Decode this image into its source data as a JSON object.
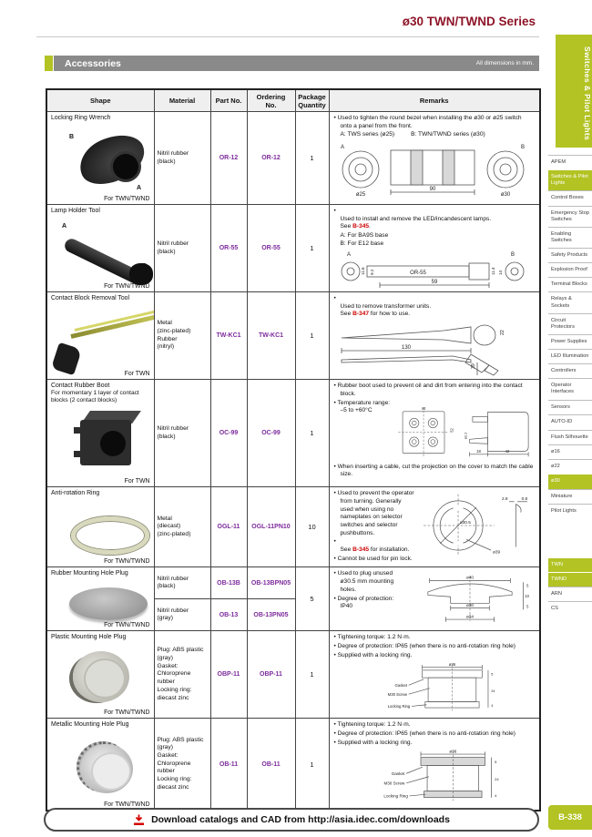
{
  "page": {
    "series_title": "ø30 TWN/TWND Series",
    "section_title": "Accessories",
    "dimensions_note": "All dimensions in mm.",
    "download_text": "Download catalogs and CAD from http://asia.idec.com/downloads",
    "page_number": "B-338"
  },
  "sidebar": {
    "vertical_tab": "Switches & Pilot Lights",
    "nav_main": [
      {
        "label": "APEM",
        "active": false
      },
      {
        "label": "Switches & Pilot Lights",
        "active": true
      },
      {
        "label": "Control Boxes",
        "active": false
      },
      {
        "label": "Emergency Stop Switches",
        "active": false
      },
      {
        "label": "Enabling Switches",
        "active": false
      },
      {
        "label": "Safety Products",
        "active": false
      },
      {
        "label": "Explosion Proof",
        "active": false
      },
      {
        "label": "Terminal Blocks",
        "active": false
      },
      {
        "label": "Relays & Sockets",
        "active": false
      },
      {
        "label": "Circuit Protectors",
        "active": false
      },
      {
        "label": "Power Supplies",
        "active": false
      },
      {
        "label": "LED Illumination",
        "active": false
      },
      {
        "label": "Controllers",
        "active": false
      },
      {
        "label": "Operator Interfaces",
        "active": false
      },
      {
        "label": "Sensors",
        "active": false
      },
      {
        "label": "AUTO-ID",
        "active": false
      }
    ],
    "nav_series": [
      {
        "label": "Flush Silhouette",
        "active": false
      },
      {
        "label": "ø16",
        "active": false
      },
      {
        "label": "ø22",
        "active": false
      },
      {
        "label": "ø30",
        "active": true
      },
      {
        "label": "Miniature",
        "active": false
      },
      {
        "label": "Pilot Lights",
        "active": false
      }
    ],
    "nav_family": [
      {
        "label": "TWN",
        "active": true
      },
      {
        "label": "TWND",
        "active": true
      },
      {
        "label": "ARN",
        "active": false
      },
      {
        "label": "CS",
        "active": false
      }
    ]
  },
  "table": {
    "headers": {
      "shape": "Shape",
      "material": "Material",
      "part": "Part No.",
      "ordering": "Ordering\nNo.",
      "package": "Package\nQuantity",
      "remarks": "Remarks"
    },
    "rows": [
      {
        "shape": {
          "title": "Locking Ring Wrench",
          "footer": "For TWN/TWND",
          "label_a": "A",
          "label_b": "B"
        },
        "material": "Nitril rubber\n(black)",
        "part": "OR-12",
        "ordering": "OR-12",
        "qty": "1",
        "remarks": {
          "b1": "Used to tighten the round bezel when installing the ø30 or ø25 switch onto a panel from the front.",
          "note_a": "A: TWS series (ø25)",
          "note_b": "B: TWN/TWND series (ø30)"
        },
        "diagram": {
          "label_a": "A",
          "label_b": "B",
          "dia_left": "ø25",
          "dia_right": "ø30",
          "length": "90"
        }
      },
      {
        "shape": {
          "title": "Lamp Holder Tool",
          "footer": "For TWN/TWND",
          "label_a": "A",
          "label_b": "B"
        },
        "material": "Nitril rubber\n(black)",
        "part": "OR-55",
        "ordering": "OR-55",
        "qty": "1",
        "remarks": {
          "b1_text": "Used to install and remove the LED/incandescent lamps.\nSee ",
          "b1_ref": "B-345",
          "b1_tail": ".",
          "note_a": "A: For BA9S base",
          "note_b": "B: For E12 base"
        },
        "diagram": {
          "label_a": "A",
          "label_b": "B",
          "part_name": "OR-55",
          "length": "59",
          "dim1": "11.6",
          "dim2": "9.2",
          "dim3": "11.4",
          "dim4": "14"
        }
      },
      {
        "shape": {
          "title": "Contact Block Removal Tool",
          "footer": "For TWN"
        },
        "material": "Metal\n(zinc-plated)\nRubber\n(nitryl)",
        "part": "TW-KC1",
        "ordering": "TW-KC1",
        "qty": "1",
        "remarks": {
          "b1_text": "Used to remove transformer units.\nSee ",
          "b1_ref": "B-347",
          "b1_tail": " for how to use."
        },
        "diagram": {
          "length": "130",
          "height": "39",
          "dia": "22"
        }
      },
      {
        "shape": {
          "title": "Contact Rubber Boot",
          "subtitle": "For momentary 1 layer of contact blocks (2 contact blocks)",
          "footer": "For TWN"
        },
        "material": "Nitril rubber\n(black)",
        "part": "OC-99",
        "ordering": "OC-99",
        "qty": "1",
        "remarks": {
          "b1": "Rubber boot used to prevent oil and dirt from entering into the contact block.",
          "b2": "Temperature range:\n–5 to +60°C",
          "b3": "When inserting a cable, cut the projection on the cover to match the cable size."
        },
        "diagram": {
          "width": "44",
          "height": "52",
          "dia": "ø2.2",
          "seg1": "18",
          "seg2": "42"
        }
      },
      {
        "shape": {
          "title": "Anti-rotation Ring",
          "footer": "For TWN/TWND"
        },
        "material": "Metal\n(diecast)\n(zinc-plated)",
        "part": "OGL-11",
        "ordering": "OGL-11PN10",
        "qty": "10",
        "remarks": {
          "b1": "Used to prevent the operator from turning. Generally used when using no nameplates on selector switches and selector pushbuttons.",
          "b2_text": "See ",
          "b2_ref": "B-345",
          "b2_tail": " for installation.",
          "b3": "Cannot be used for pin lock."
        },
        "diagram": {
          "dia_inner": "ø30.5",
          "dia_outer": "ø39",
          "dim1": "2.8",
          "dim2": "0.8"
        }
      },
      {
        "shape": {
          "title": "Rubber Mounting Hole Plug",
          "footer": "For TWN/TWND"
        },
        "variants": [
          {
            "material": "Nitril rubber\n(black)",
            "part": "OB-13B",
            "ordering": "OB-13BPN05"
          },
          {
            "material": "Nitril rubber\n(gray)",
            "part": "OB-13",
            "ordering": "OB-13PN05"
          }
        ],
        "qty": "5",
        "remarks": {
          "b1": "Used to plug unused ø30.5 mm mounting holes.",
          "b2": "Degree of protection: IP40"
        },
        "diagram": {
          "d40": "ø40",
          "d30": "ø30",
          "d34": "ø34",
          "s1": "5",
          "s2": "10",
          "s3": "5"
        }
      },
      {
        "shape": {
          "title": "Plastic Mounting Hole Plug",
          "footer": "For TWN/TWND"
        },
        "material": "Plug: ABS plastic\n(gray)\nGasket:\nChloroprene\nrubber\nLocking ring:\ndiecast zinc",
        "part": "OBP-11",
        "ordering": "OBP-11",
        "qty": "1",
        "remarks": {
          "b1": "Tightening torque: 1.2 N·m.",
          "b2": "Degree of protection: IP65 (when there is no anti-rotation ring hole)",
          "b3": "Supplied with a locking ring."
        },
        "diagram": {
          "dia": "ø36",
          "gasket": "Gasket",
          "screw": "M30 Screw",
          "ring": "Locking Ring",
          "s1": "5",
          "s2": "24",
          "s3": "4"
        }
      },
      {
        "shape": {
          "title": "Metallic Mounting Hole Plug",
          "footer": "For TWN/TWND"
        },
        "material": "Plug: ABS plastic\n(gray)\nGasket:\nChloroprene\nrubber\nLocking ring:\ndiecast zinc",
        "part": "OB-11",
        "ordering": "OB-11",
        "qty": "1",
        "remarks": {
          "b1": "Tightening torque: 1.2 N·m.",
          "b2": "Degree of protection: IP65 (when there is no anti-rotation ring hole)",
          "b3": "Supplied with a locking ring."
        },
        "diagram": {
          "dia": "ø36",
          "gasket": "Gasket",
          "screw": "M30 Screw",
          "ring": "Locking Ring",
          "s1": "5",
          "s2": "24",
          "s3": "4"
        }
      }
    ]
  }
}
